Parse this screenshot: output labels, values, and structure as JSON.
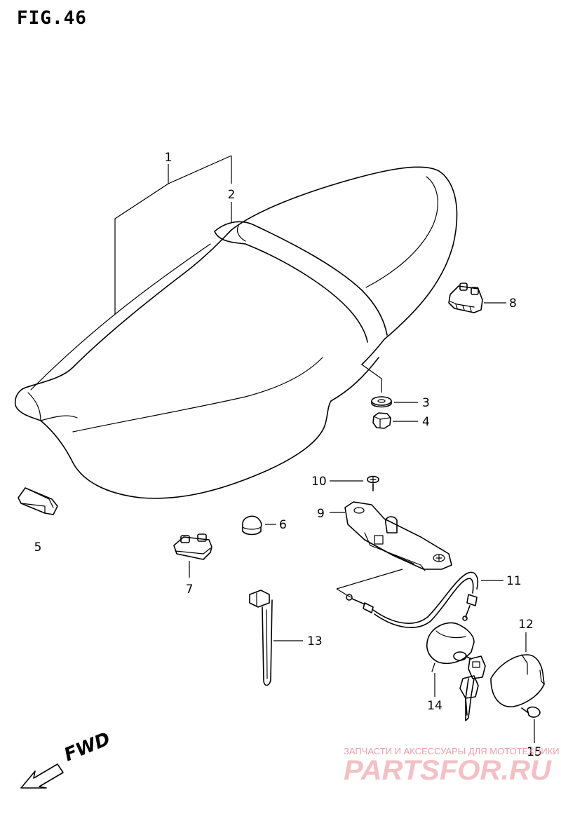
{
  "figure": {
    "title": "FIG.46",
    "direction_label": "FWD"
  },
  "callouts": [
    {
      "id": "c1",
      "label": "1"
    },
    {
      "id": "c2",
      "label": "2"
    },
    {
      "id": "c3",
      "label": "3"
    },
    {
      "id": "c4",
      "label": "4"
    },
    {
      "id": "c5",
      "label": "5"
    },
    {
      "id": "c6",
      "label": "6"
    },
    {
      "id": "c7",
      "label": "7"
    },
    {
      "id": "c8",
      "label": "8"
    },
    {
      "id": "c9",
      "label": "9"
    },
    {
      "id": "c10",
      "label": "10"
    },
    {
      "id": "c11",
      "label": "11"
    },
    {
      "id": "c12",
      "label": "12"
    },
    {
      "id": "c13",
      "label": "13"
    },
    {
      "id": "c14",
      "label": "14"
    },
    {
      "id": "c15",
      "label": "15"
    }
  ],
  "watermark": {
    "tagline": "ЗАПЧАСТИ И АКСЕССУАРЫ ДЛЯ МОТОТЕХНИКИ",
    "logo": "PARTSFOR.RU"
  }
}
